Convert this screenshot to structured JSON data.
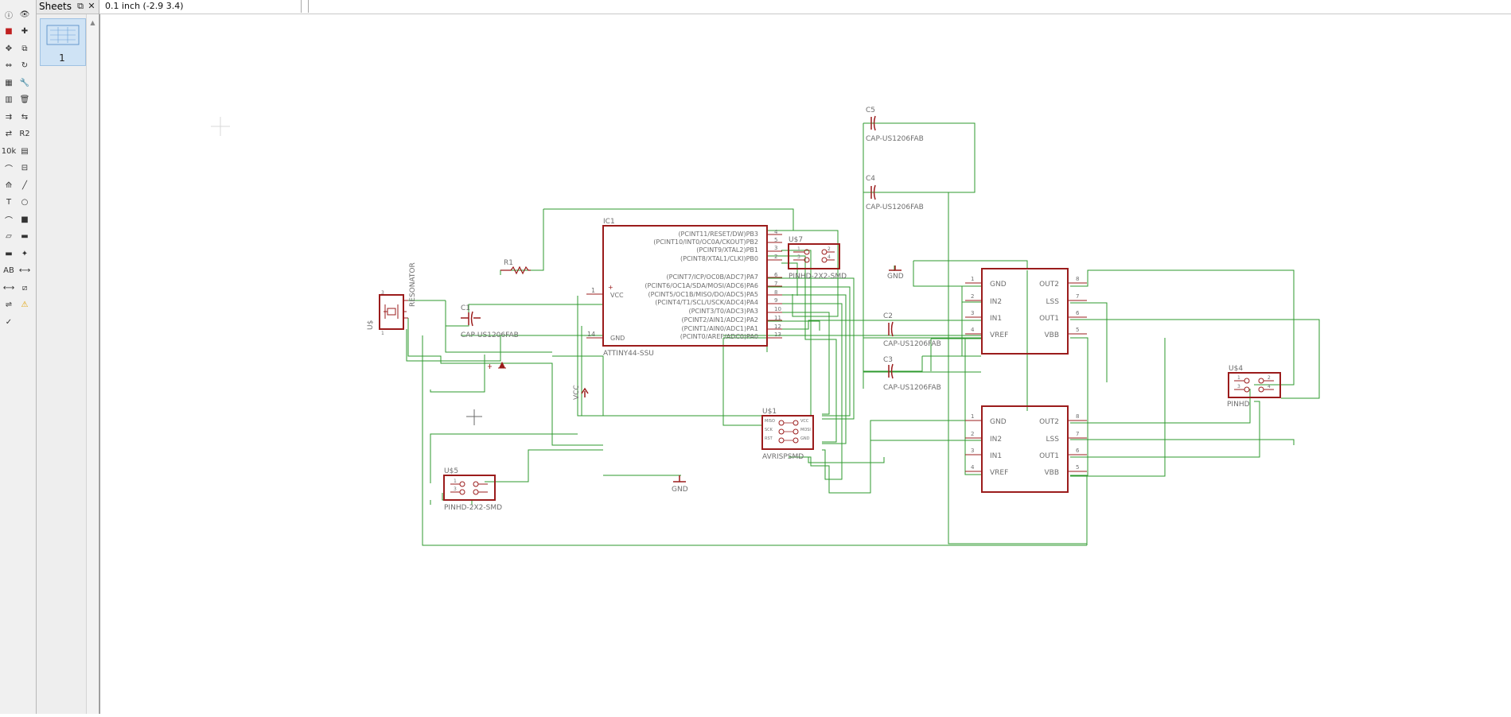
{
  "sheets_panel": {
    "title": "Sheets",
    "sheet_number": "1"
  },
  "coordinate_display": "0.1 inch (-2.9 3.4)",
  "toolbar_tools": [
    "info-icon",
    "eye-icon",
    "layer-icon",
    "mark-icon",
    "move-icon",
    "copy-icon",
    "mirror-icon",
    "rotate-icon",
    "group-icon",
    "wrench-icon",
    "change-icon",
    "delete-icon",
    "add-icon",
    "pinswap-icon",
    "replace-icon",
    "name-icon",
    "value-icon",
    "split-icon",
    "miter-icon",
    "optimize-icon",
    "smash-icon",
    "wire-icon",
    "text-icon",
    "circle-icon",
    "arc-icon",
    "rectangle-icon",
    "polygon-icon",
    "bus-icon",
    "net-icon",
    "junction-icon",
    "label-icon",
    "attribute-icon",
    "dimension-icon",
    "frame-icon",
    "gateswap-icon",
    "erc-icon",
    "errors-icon"
  ],
  "schematic": {
    "labels": {
      "ic1_name": "IC1",
      "ic1_value": "ATTINY44-SSU",
      "r1": "R1",
      "c1_name": "C1",
      "c1_value": "CAP-US1206FAB",
      "c2_name": "C2",
      "c2_value": "CAP-US1206FAB",
      "c3_name": "C3",
      "c3_value": "CAP-US1206FAB",
      "c4_name": "C4",
      "c4_value": "CAP-US1206FAB",
      "c5_name": "C5",
      "c5_value": "CAP-US1206FAB",
      "u7_name": "U$7",
      "u7_value": "PINHD-2X2-SMD",
      "u5_name": "U$5",
      "u5_value": "PINHD-2X2-SMD",
      "u1_name": "U$1",
      "u1_value": "AVRISPSMD",
      "u4_name": "U$4",
      "u4_value": "PINHD",
      "us_resonator": "U$",
      "resonator": "RESONATOR",
      "gnd_a": "GND",
      "gnd_b": "GND",
      "vcc": "VCC"
    },
    "ic1_pins_upper": [
      {
        "name": "(PCINT11/RESET/DW)PB3",
        "num": "4"
      },
      {
        "name": "(PCINT10/INT0/OC0A/CKOUT)PB2",
        "num": "5"
      },
      {
        "name": "(PCINT9/XTAL2)PB1",
        "num": "3"
      },
      {
        "name": "(PCINT8/XTAL1/CLKI)PB0",
        "num": "2"
      }
    ],
    "ic1_pins_lower": [
      {
        "name": "(PCINT7/ICP/OC0B/ADC7)PA7",
        "num": "6"
      },
      {
        "name": "(PCINT6/OC1A/SDA/MOSI/ADC6)PA6",
        "num": "7"
      },
      {
        "name": "(PCINT5/OC1B/MISO/DO/ADC5)PA5",
        "num": "8"
      },
      {
        "name": "(PCINT4/T1/SCL/USCK/ADC4)PA4",
        "num": "9"
      },
      {
        "name": "(PCINT3/T0/ADC3)PA3",
        "num": "10"
      },
      {
        "name": "(PCINT2/AIN1/ADC2)PA2",
        "num": "11"
      },
      {
        "name": "(PCINT1/AIN0/ADC1)PA1",
        "num": "12"
      },
      {
        "name": "(PCINT0/AREF/ADC0)PA0",
        "num": "13"
      }
    ],
    "ic1_left": {
      "vcc": "VCC",
      "vcc_num": "1",
      "gnd": "GND",
      "gnd_num": "14"
    },
    "driver_pins_left": [
      {
        "name": "GND",
        "num": "1"
      },
      {
        "name": "IN2",
        "num": "2"
      },
      {
        "name": "IN1",
        "num": "3"
      },
      {
        "name": "VREF",
        "num": "4"
      }
    ],
    "driver_pins_right": [
      {
        "name": "OUT2",
        "num": "8"
      },
      {
        "name": "LSS",
        "num": "7"
      },
      {
        "name": "OUT1",
        "num": "6"
      },
      {
        "name": "VBB",
        "num": "5"
      }
    ],
    "avr_pins": {
      "miso": "MISO",
      "sck": "SCK",
      "rst": "RST",
      "vcc": "VCC",
      "mosi": "MOSI",
      "gnd": "GND"
    },
    "header_pins": {
      "p1": "1",
      "p2": "2",
      "p3": "3",
      "p4": "4"
    },
    "resonator_pins": {
      "p1": "1",
      "p2": "2",
      "p3": "3"
    },
    "colors": {
      "wire": "#2e9a2e",
      "part": "#9b1c1c",
      "text": "#6e6e6e",
      "pin": "#9b1c1c"
    }
  }
}
